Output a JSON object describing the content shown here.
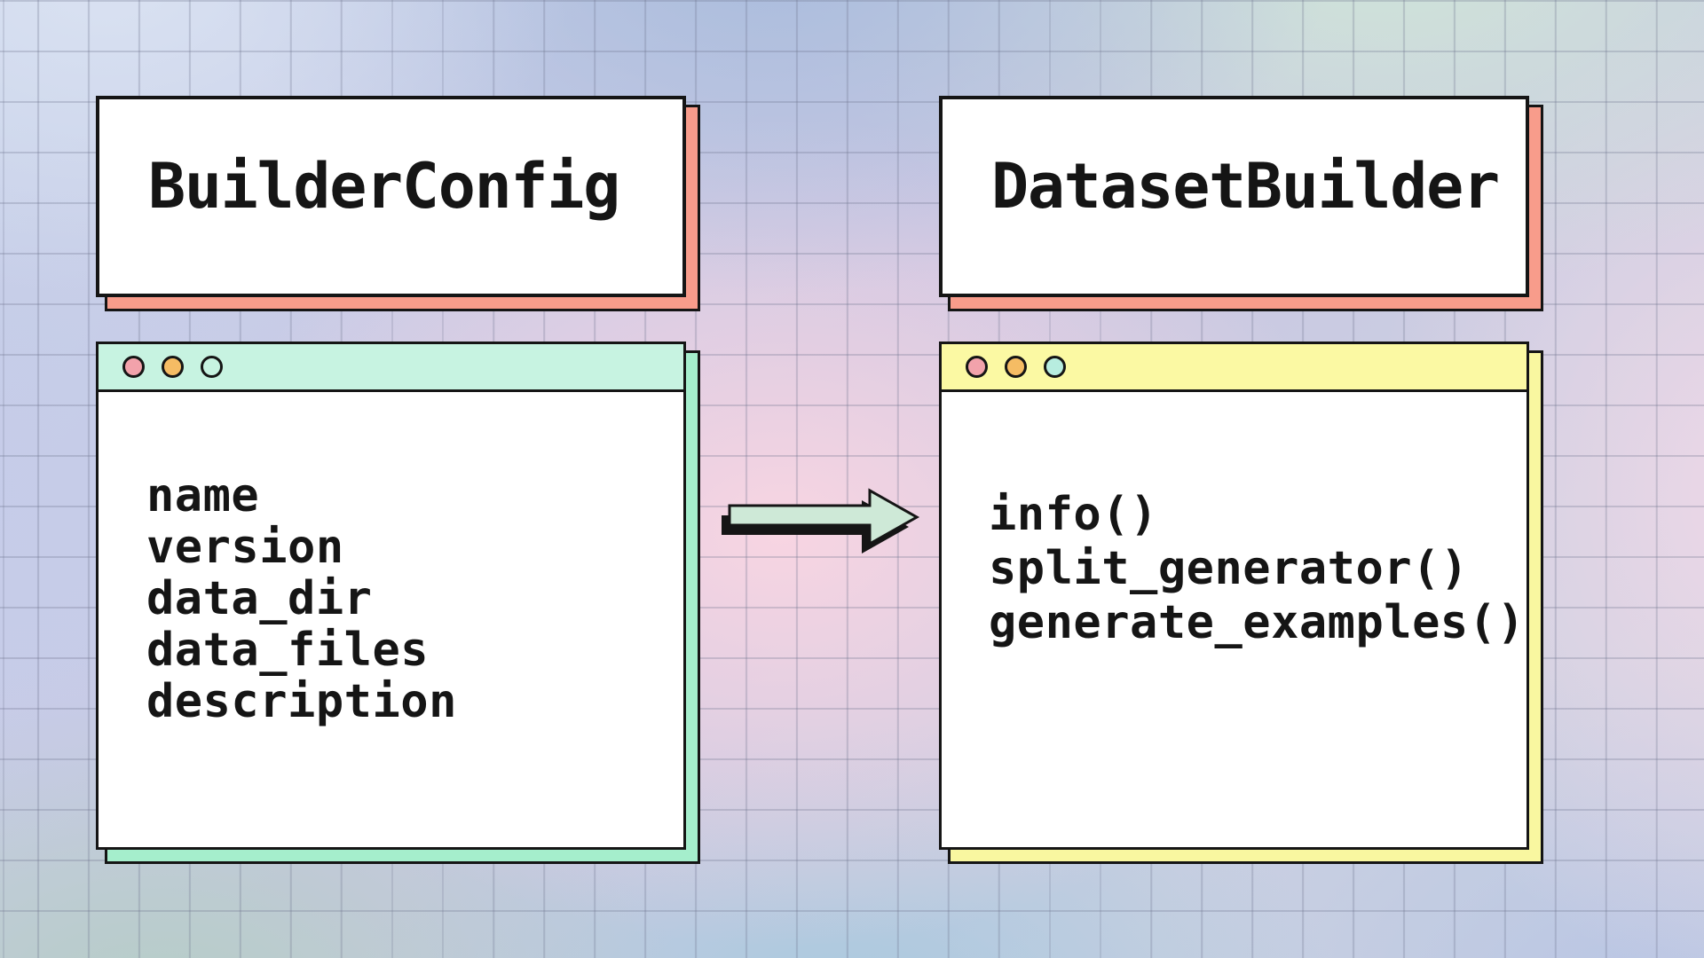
{
  "colors": {
    "outline": "#151515",
    "salmon": "#f89c8b",
    "mint_bar": "#c7f3e1",
    "mint_shadow": "#a5eecc",
    "yellow_bar": "#fbf9a3",
    "yellow_shadow": "#f9f7a0",
    "dot_pink": "#f2a2ab",
    "dot_orange": "#f5bc64",
    "dot_mint": "#b7eddf",
    "arrow_fill": "#cee9d7"
  },
  "left_card": {
    "title": "BuilderConfig"
  },
  "right_card": {
    "title": "DatasetBuilder"
  },
  "left_window": {
    "fields": [
      "name",
      "version",
      "data_dir",
      "data_files",
      "description"
    ]
  },
  "right_window": {
    "methods": [
      "info()",
      "split_generator()",
      "generate_examples()"
    ]
  },
  "arrow": {
    "direction": "right"
  }
}
